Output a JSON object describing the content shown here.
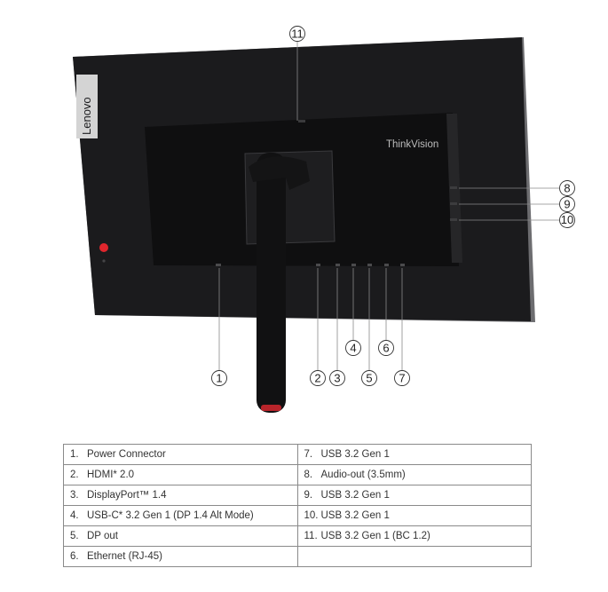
{
  "brand": {
    "side_logo": "Lenovo",
    "rear_logo": "ThinkVision"
  },
  "callouts": [
    "1",
    "2",
    "3",
    "4",
    "5",
    "6",
    "7",
    "8",
    "9",
    "10",
    "11"
  ],
  "ports": [
    {
      "num": "1.",
      "label": "Power Connector"
    },
    {
      "num": "2.",
      "label": "HDMI* 2.0"
    },
    {
      "num": "3.",
      "label": "DisplayPort™ 1.4"
    },
    {
      "num": "4.",
      "label": "USB-C* 3.2 Gen 1 (DP 1.4 Alt Mode)"
    },
    {
      "num": "5.",
      "label": "DP out"
    },
    {
      "num": "6.",
      "label": "Ethernet (RJ-45)"
    },
    {
      "num": "7.",
      "label": "USB 3.2 Gen 1"
    },
    {
      "num": "8.",
      "label": "Audio-out (3.5mm)"
    },
    {
      "num": "9.",
      "label": "USB 3.2 Gen 1"
    },
    {
      "num": "10.",
      "label": "USB 3.2 Gen 1"
    },
    {
      "num": "11.",
      "label": "USB 3.2 Gen 1 (BC 1.2)"
    }
  ],
  "colors": {
    "bezel": "#1b1b1d",
    "panel_edge": "#6d6d70",
    "logo_badge": "#d4d4d4",
    "power_led": "#e0262d",
    "stand_accent": "#b8242a",
    "table_border": "#8a8a8a"
  }
}
